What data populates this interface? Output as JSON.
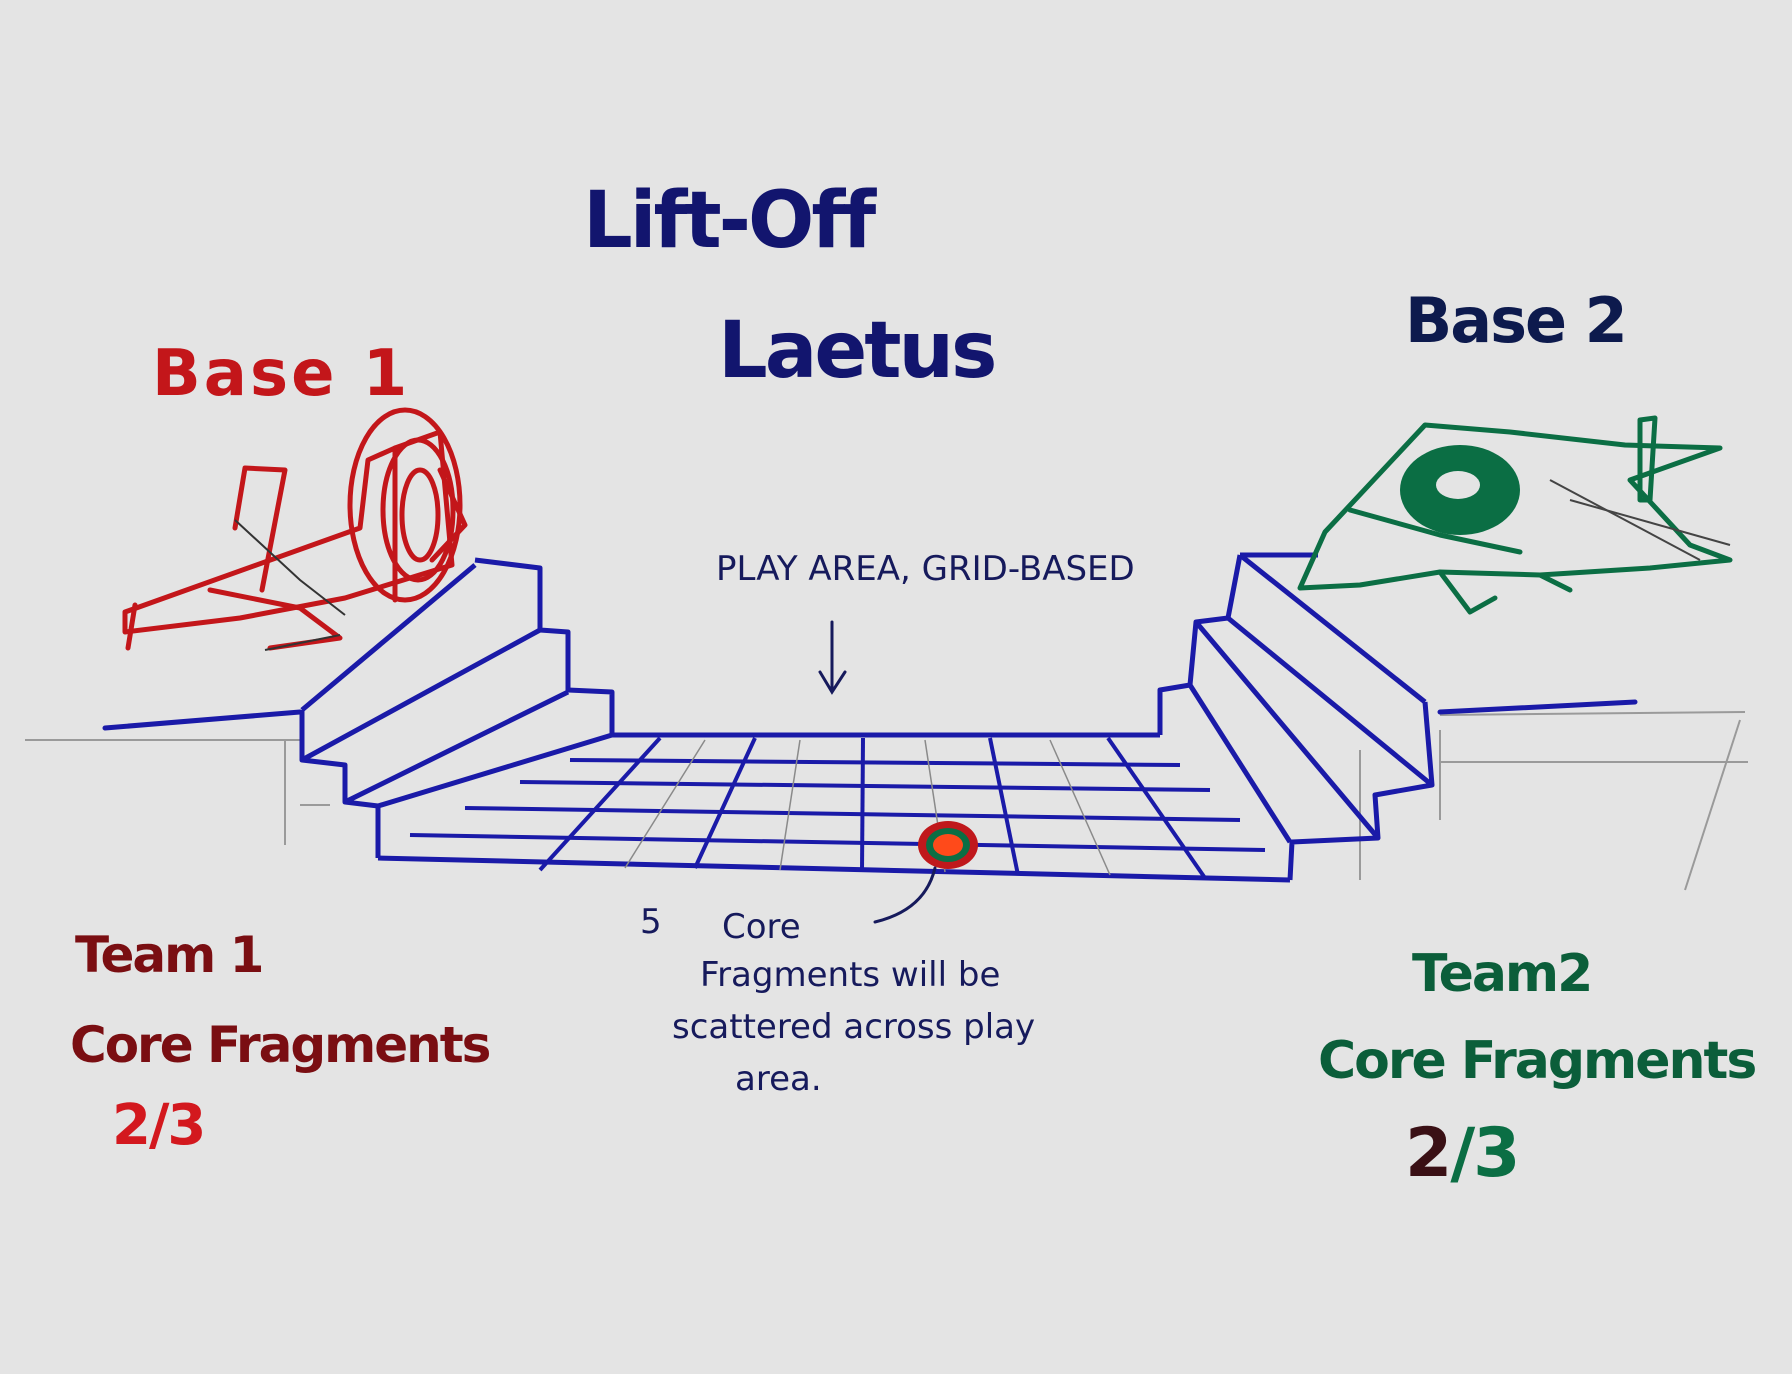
{
  "title": {
    "line1": "Lift-Off",
    "line2": "Laetus"
  },
  "play_area_label": "PLAY AREA, GRID-BASED",
  "base1": {
    "label": "Base 1"
  },
  "base2": {
    "label": "Base 2"
  },
  "core_note": {
    "num": "5",
    "line1": "Core",
    "line2": "Fragments will be",
    "line3": "scattered across play",
    "line4": "area."
  },
  "team1": {
    "name": "Team 1",
    "label": "Core Fragments",
    "collected": "2",
    "sep": "/",
    "total": "3"
  },
  "team2": {
    "name": "Team2",
    "label": "Core Fragments",
    "collected": "2",
    "sep": "/",
    "total": "3"
  },
  "colors": {
    "background": "#e4e4e4",
    "title_ink": "#12156e",
    "stairs_grid_ink": "#1a1aa8",
    "base1_ink": "#c3161a",
    "base2_ink": "#0b6e44",
    "team1_ink": "#7a0e12",
    "core_fragment": "#ff4a1a"
  },
  "icons": [
    "base1-ship-icon",
    "base2-ship-icon",
    "core-fragment-icon",
    "down-arrow-icon",
    "curved-arrow-icon"
  ]
}
